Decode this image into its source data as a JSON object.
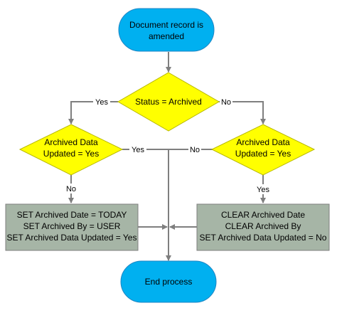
{
  "colors": {
    "terminal_fill": "#00B0F0",
    "terminal_stroke": "#1F86C4",
    "decision_fill": "#FFFF00",
    "decision_stroke": "#B8B800",
    "process_fill": "#A6B5A6",
    "process_stroke": "#7F7F7F",
    "line": "#7F7F7F",
    "text": "#000000"
  },
  "nodes": {
    "start": {
      "lines": [
        "Document record is",
        "amended"
      ]
    },
    "status_decision": {
      "lines": [
        "Status = Archived"
      ]
    },
    "left_decision": {
      "lines": [
        "Archived Data",
        "Updated = Yes"
      ]
    },
    "right_decision": {
      "lines": [
        "Archived Data",
        "Updated = Yes"
      ]
    },
    "set_process": {
      "lines": [
        "SET Archived Date = TODAY",
        "SET Archived By = USER",
        "SET Archived Data Updated = Yes"
      ]
    },
    "clear_process": {
      "lines": [
        "CLEAR Archived Date",
        "CLEAR Archived By",
        "SET Archived Data Updated = No"
      ]
    },
    "end": {
      "lines": [
        "End process"
      ]
    }
  },
  "edges": {
    "status_yes": "Yes",
    "status_no": "No",
    "left_yes": "Yes",
    "left_no": "No",
    "right_no": "No",
    "right_yes": "Yes"
  }
}
